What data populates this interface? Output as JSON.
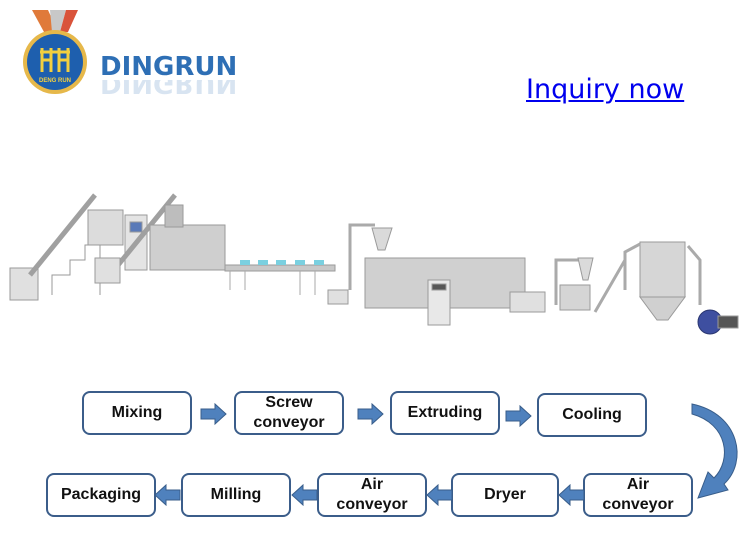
{
  "logo": {
    "brand_name": "DINGRUN",
    "medal_text": "DENG RUN",
    "medal_glyph": "鼎润"
  },
  "header": {
    "inquiry_link": "Inquiry now"
  },
  "machinery": {
    "description": "Production line equipment illustration"
  },
  "flow": {
    "row1": [
      {
        "label": "Mixing"
      },
      {
        "label": "Screw conveyor",
        "line1": "Screw",
        "line2": "conveyor"
      },
      {
        "label": "Extruding"
      },
      {
        "label": "Cooling"
      }
    ],
    "row2": [
      {
        "label": "Air conveyor",
        "line1": "Air",
        "line2": "conveyor"
      },
      {
        "label": "Dryer"
      },
      {
        "label": "Air conveyor",
        "line1": "Air",
        "line2": "conveyor"
      },
      {
        "label": "Milling"
      },
      {
        "label": "Packaging"
      }
    ]
  },
  "colors": {
    "box_border": "#3b5d8a",
    "arrow_fill": "#4f81bd",
    "arrow_stroke": "#385d8a",
    "link": "#0000ee",
    "brand": "#2e6fb5"
  }
}
